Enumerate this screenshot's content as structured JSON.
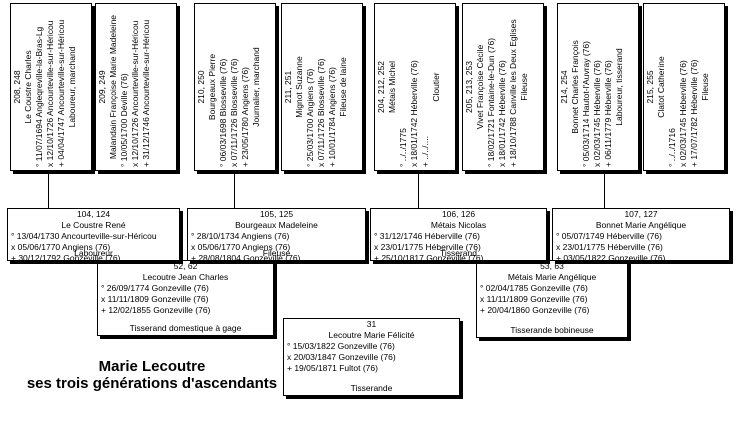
{
  "title": {
    "line1": "Marie Lecoutre",
    "line2": "ses trois générations d'ascendants"
  },
  "gen4": [
    {
      "num": "208, 248",
      "name": "Le Coustre Charles",
      "birth": "° 11/07/1694 Angleqreville-la-Bras-Lg",
      "marriage": "x 12/10/1726 Ancourteville-sur-Héricou",
      "death": "+ 04/04/1747 Ancourteville-sur-Héricou",
      "occupation": "Laboureur, marchand"
    },
    {
      "num": "209, 249",
      "name": "Malandain Françoise Marie Madeleine",
      "birth": "° 10/05/1700 Déville (76)",
      "marriage": "x 12/10/1726 Ancourteville-sur-Héricou",
      "death": "+ 31/12/1746 Ancourteville-sur-Héricou",
      "occupation": ""
    },
    {
      "num": "210, 250",
      "name": "Bourgeaux Pierre",
      "birth": "° 06/03/1698 Blosseville (76)",
      "marriage": "x 07/11/1726 Blosseville (76)",
      "death": "+ 23/05/1780 Angiens (76)",
      "occupation": "Journalier, marchand"
    },
    {
      "num": "211, 251",
      "name": "Mignot Suzanne",
      "birth": "° 25/03/1700 Angiens (76)",
      "marriage": "x 07/11/1726 Blosseville (76)",
      "death": "+ 10/01/1784 Angiens (76)",
      "occupation": "Fileuse de laine"
    },
    {
      "num": "204, 212, 252",
      "name": "Métais Michel",
      "birth": "° ../../1775",
      "marriage": "x 18/01/1742 Héberville (76)",
      "death": "+ ../../....",
      "occupation": "Cloutier"
    },
    {
      "num": "205, 213, 253",
      "name": "Vivet Françoise Cécile",
      "birth": "° 18/02/1721 Fontaine-le-Dun (76)",
      "marriage": "x 18/01/1742 Héberville (76)",
      "death": "+ 18/10/1788 Canville les Deux Eglises",
      "occupation": "Fileuse"
    },
    {
      "num": "214, 254",
      "name": "Bonnet Charles François",
      "birth": "° 05/03/1714 Hautot-l'Auvray (76)",
      "marriage": "x 02/03/1745 Héberville (76)",
      "death": "+ 06/11/1779 Héberville (76)",
      "occupation": "Laboureur, tisserand"
    },
    {
      "num": "215, 255",
      "name": "Clatot Catherine",
      "birth": "° ../../1716",
      "marriage": "x 02/03/1745 Héberville (76)",
      "death": "+ 17/07/1782 Héberville (76)",
      "occupation": "Fileuse"
    }
  ],
  "gen3": [
    {
      "num": "104, 124",
      "name": "Le Coustre René",
      "birth": "° 13/04/1730 Ancourteville-sur-Héricou",
      "marriage": "x 05/06/1770 Angiens (76)",
      "death": "+ 30/12/1792 Gonzeville (76)",
      "occupation": "Laboureur"
    },
    {
      "num": "105, 125",
      "name": "Bourgeaux Madeleine",
      "birth": "° 28/10/1734 Angiens (76)",
      "marriage": "x 05/06/1770 Angiens (76)",
      "death": "+ 28/08/1804 Gonzeville (76)",
      "occupation": "Fileuse"
    },
    {
      "num": "106, 126",
      "name": "Métais Nicolas",
      "birth": "° 31/12/1746 Héberville (76)",
      "marriage": "x 23/01/1775 Héberville (76)",
      "death": "+ 25/10/1817 Gonzeville (76)",
      "occupation": "Tisserand"
    },
    {
      "num": "107, 127",
      "name": "Bonnet Marie Angélique",
      "birth": "° 05/07/1749 Héberville (76)",
      "marriage": "x 23/01/1775 Héberville (76)",
      "death": "+ 03/05/1822 Gonzeville (76)",
      "occupation": ""
    }
  ],
  "gen2": [
    {
      "num": "52, 62",
      "name": "Lecoutre Jean Charles",
      "birth": "° 26/09/1774 Gonzeville (76)",
      "marriage": "x 11/11/1809 Gonzeville (76)",
      "death": "+ 12/02/1855 Gonzeville (76)",
      "occupation": "Tisserand domestique à gage"
    },
    {
      "num": "53, 63",
      "name": "Métais Marie Angélique",
      "birth": "° 02/04/1785 Gonzeville (76)",
      "marriage": "x 11/11/1809 Gonzeville (76)",
      "death": "+ 20/04/1860 Gonzeville (76)",
      "occupation": "Tisserande bobineuse"
    }
  ],
  "gen1": {
    "num": "31",
    "name": "Lecoutre Marie Félicité",
    "birth": "° 15/03/1822 Gonzeville (76)",
    "marriage": "x 20/03/1847 Gonzeville (76)",
    "death": "+ 19/05/1871 Fultot (76)",
    "occupation": "Tisserande"
  }
}
